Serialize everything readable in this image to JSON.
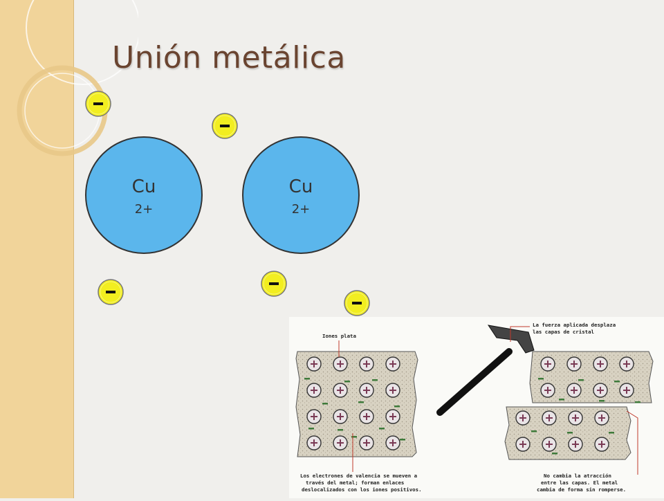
{
  "slide": {
    "title": "Unión metálica"
  },
  "ions": [
    {
      "symbol": "Cu",
      "charge": "2+"
    },
    {
      "symbol": "Cu",
      "charge": "2+"
    }
  ],
  "electron_symbol": "−",
  "colors": {
    "ion_fill": "#5bb6ec",
    "electron_fill": "#f2ee20",
    "title_color": "#6a4430",
    "sidebar": "#f1d49a"
  },
  "illustration": {
    "label_top_left": "Iones plata",
    "label_top_right": [
      "La fuerza aplicada desplaza",
      "las capas de cristal"
    ],
    "caption_left": [
      "Los electrones de valencia se mueven a",
      "través del metal; forman enlaces",
      "deslocalizados con los iones positivos."
    ],
    "caption_right": [
      "No cambia la atracción",
      "entre las capas. El metal",
      "cambia de forma sin romperse."
    ]
  }
}
